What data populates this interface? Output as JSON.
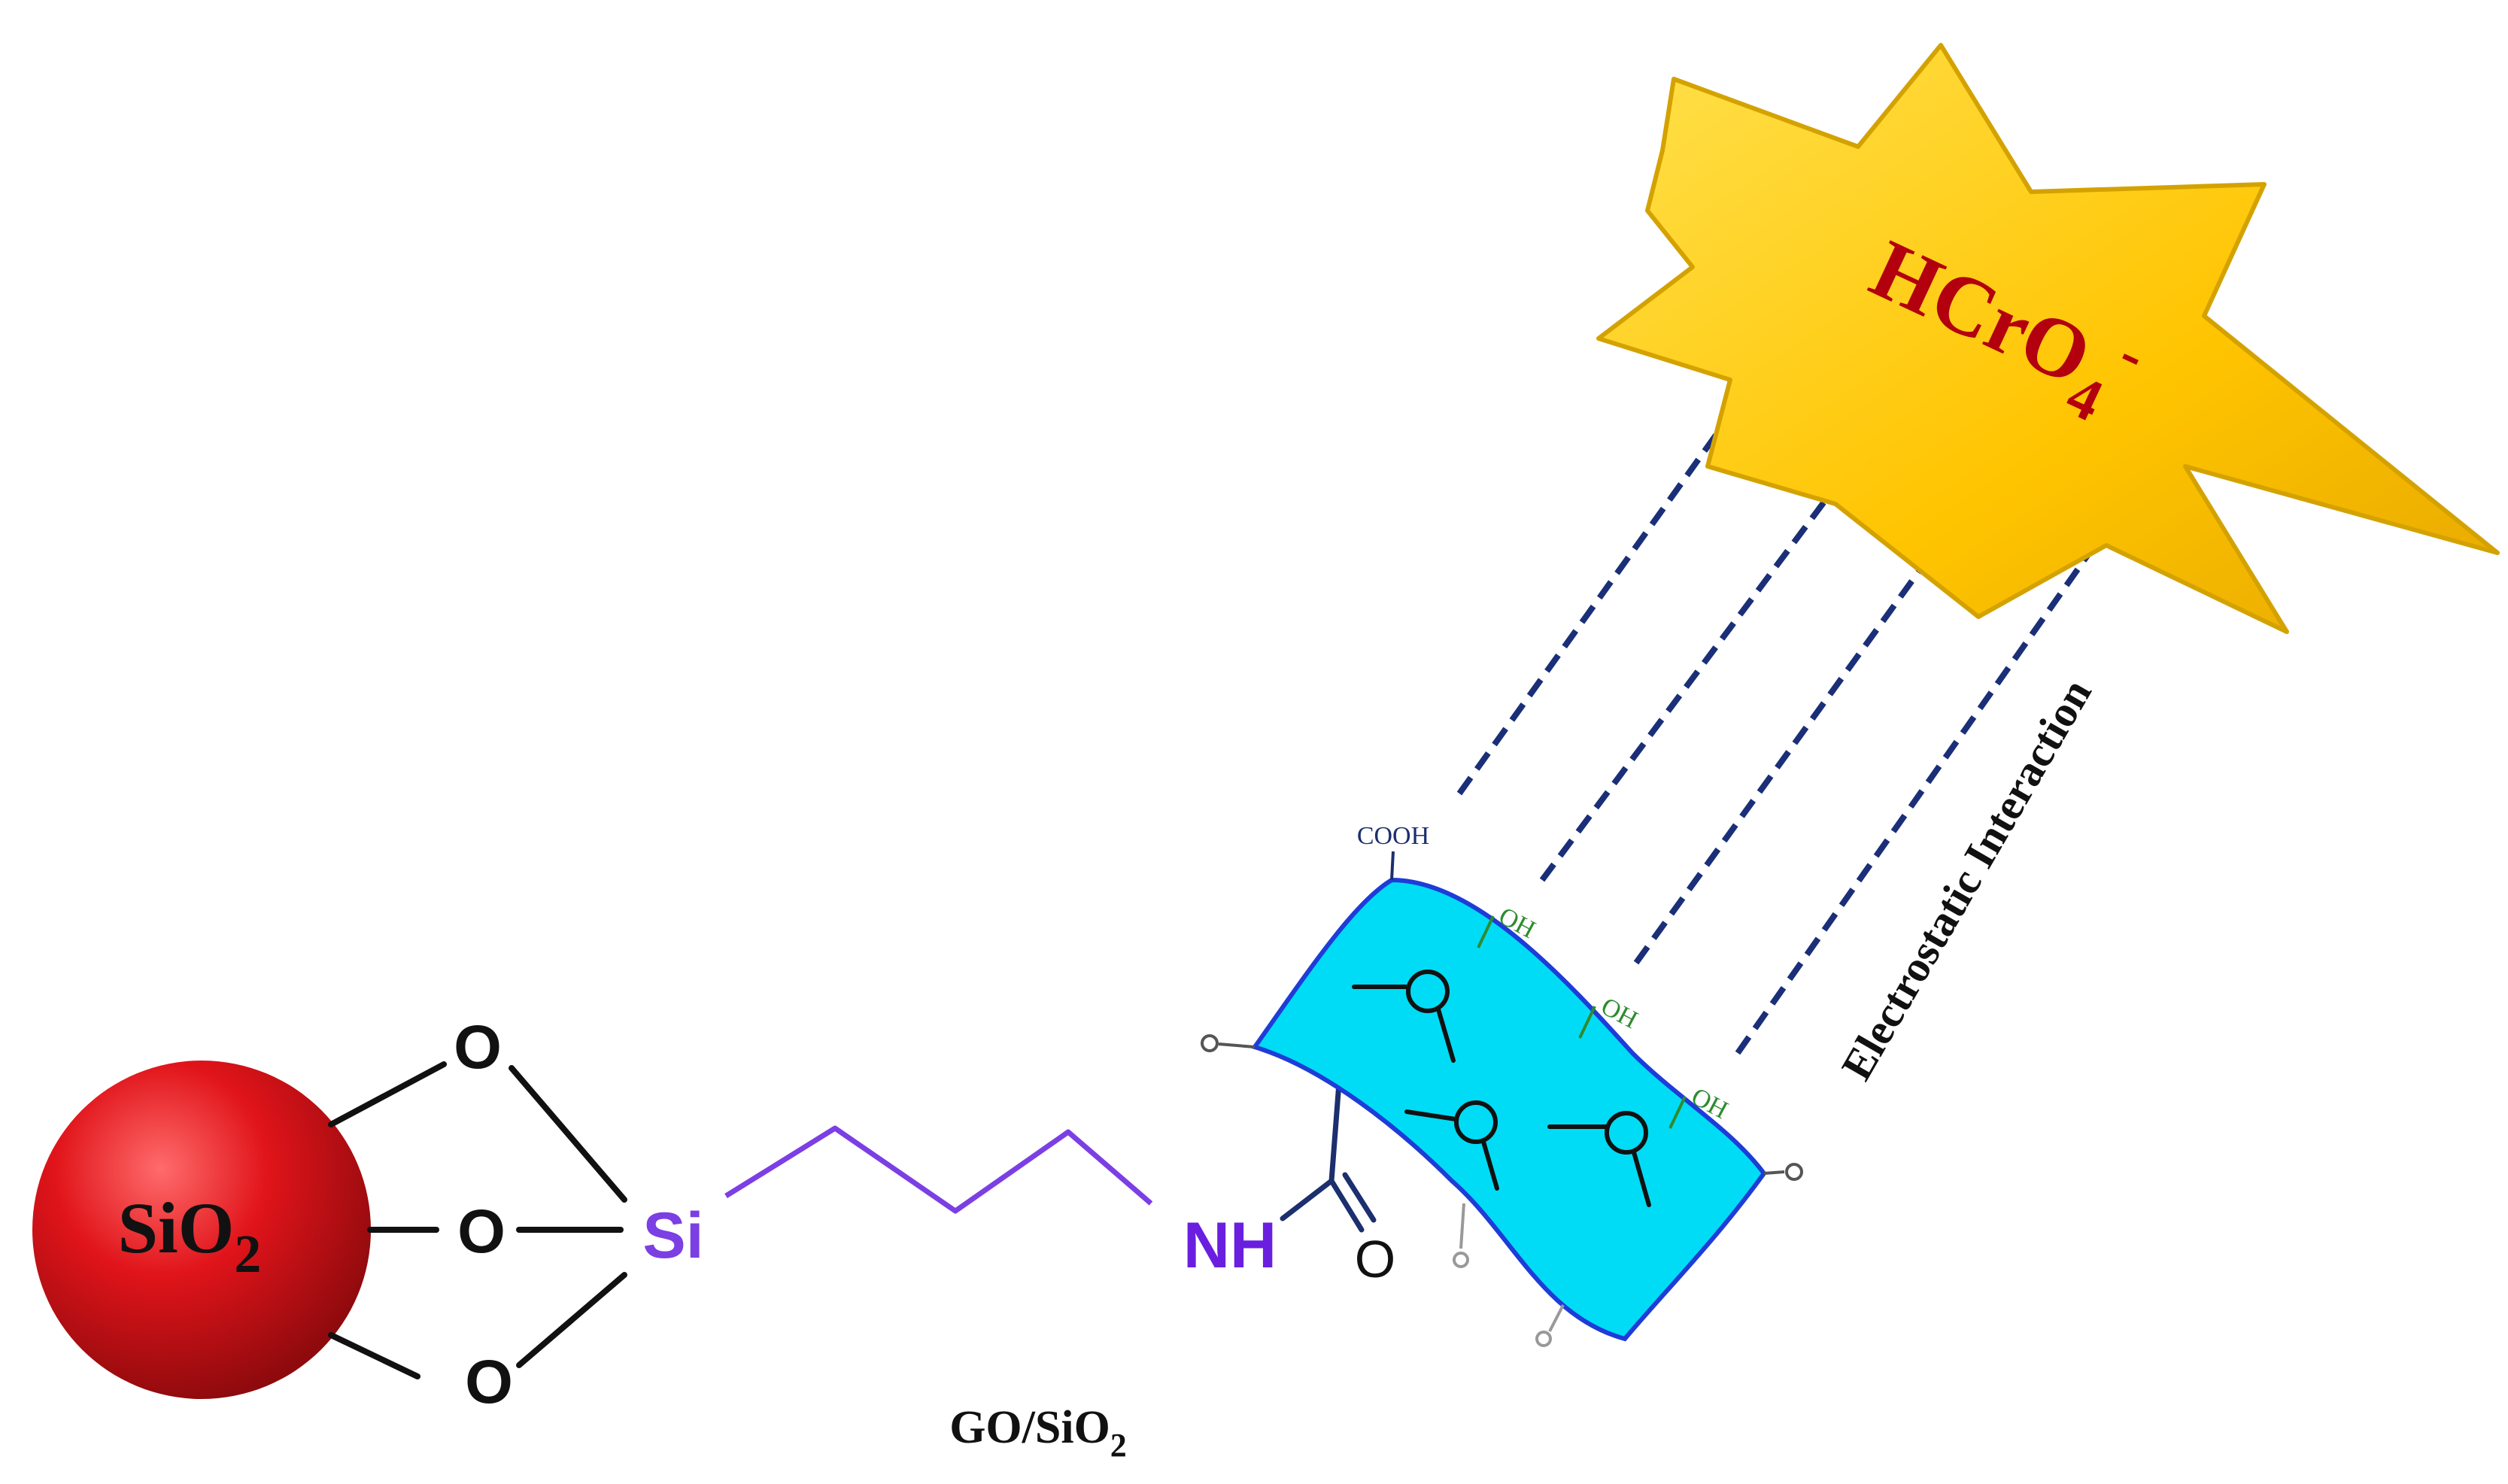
{
  "sphere": {
    "label_main": "SiO",
    "label_sub": "2",
    "color": "#e0141a"
  },
  "linker": {
    "oxygen_top": "O",
    "oxygen_mid": "O",
    "oxygen_bottom": "O",
    "silicon": "Si",
    "amine": "NH",
    "carbonyl_oxygen": "O",
    "chain_color": "#7b3fe4"
  },
  "sheet": {
    "cooh": "COOH",
    "oh_1": "OH",
    "oh_2": "OH",
    "oh_3": "OH",
    "fill": "#00dcf5",
    "edge": "#1e3cd8"
  },
  "star": {
    "label_main": "HCrO",
    "label_sub": "4",
    "label_sup": "-",
    "fill": "#ffcc00",
    "text_color": "#b3000f"
  },
  "interaction": {
    "label": "Electrostatic Interaction",
    "line_color": "#1a2f78"
  },
  "caption": {
    "main": "GO/SiO",
    "sub": "2"
  }
}
